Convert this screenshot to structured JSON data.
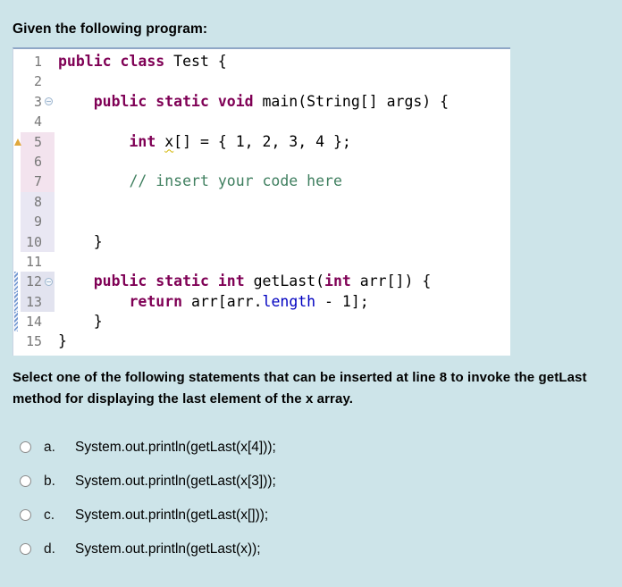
{
  "page": {
    "background": "#cde4e9"
  },
  "title": "Given the following program:",
  "editor": {
    "colors": {
      "keyword": "#7f0055",
      "plain": "#000000",
      "comment": "#3f7f5f",
      "field": "#0000c0",
      "line_number": "#787878",
      "panel_top_border": "#8fa7c6",
      "warning_underline": "#d2b500",
      "warning_icon": "#e0a83c",
      "change_bar": "#6d94cf",
      "gutter_pink": "#f3e3ee",
      "gutter_lavender": "#e9e7f3",
      "gutter_blue": "#e2e3ef"
    },
    "lines": [
      {
        "n": "1",
        "segs": [
          {
            "c": "kw",
            "t": "public class "
          },
          {
            "c": "pl",
            "t": "Test {"
          }
        ]
      },
      {
        "n": "2",
        "segs": []
      },
      {
        "n": "3",
        "fold": true,
        "segs": [
          {
            "c": "pl",
            "t": "    "
          },
          {
            "c": "kw",
            "t": "public static void "
          },
          {
            "c": "pl",
            "t": "main(String[] args) {"
          }
        ]
      },
      {
        "n": "4",
        "segs": []
      },
      {
        "n": "5",
        "warn": true,
        "gbg": "gutter_pink",
        "segs": [
          {
            "c": "pl",
            "t": "        "
          },
          {
            "c": "kw",
            "t": "int "
          },
          {
            "c": "wx",
            "t": "x"
          },
          {
            "c": "pl",
            "t": "[] = { 1, 2, 3, 4 };"
          }
        ]
      },
      {
        "n": "6",
        "gbg": "gutter_pink",
        "segs": []
      },
      {
        "n": "7",
        "gbg": "gutter_pink",
        "segs": [
          {
            "c": "pl",
            "t": "        "
          },
          {
            "c": "cm",
            "t": "// insert your code here"
          }
        ]
      },
      {
        "n": "8",
        "gbg": "gutter_lavender",
        "segs": []
      },
      {
        "n": "9",
        "gbg": "gutter_lavender",
        "segs": []
      },
      {
        "n": "10",
        "gbg": "gutter_lavender",
        "segs": [
          {
            "c": "pl",
            "t": "    }"
          }
        ]
      },
      {
        "n": "11",
        "segs": []
      },
      {
        "n": "12",
        "fold": true,
        "bar": true,
        "gbg": "gutter_blue",
        "segs": [
          {
            "c": "pl",
            "t": "    "
          },
          {
            "c": "kw",
            "t": "public static int "
          },
          {
            "c": "pl",
            "t": "getLast("
          },
          {
            "c": "kw",
            "t": "int"
          },
          {
            "c": "pl",
            "t": " arr[]) {"
          }
        ]
      },
      {
        "n": "13",
        "bar": true,
        "gbg": "gutter_blue",
        "segs": [
          {
            "c": "pl",
            "t": "        "
          },
          {
            "c": "kw",
            "t": "return "
          },
          {
            "c": "pl",
            "t": "arr[arr."
          },
          {
            "c": "fl",
            "t": "length"
          },
          {
            "c": "pl",
            "t": " - 1];"
          }
        ]
      },
      {
        "n": "14",
        "bar": true,
        "segs": [
          {
            "c": "pl",
            "t": "    }"
          }
        ]
      },
      {
        "n": "15",
        "segs": [
          {
            "c": "pl",
            "t": "}"
          }
        ]
      }
    ]
  },
  "question": "Select one of the following statements that can be inserted at line 8 to invoke the getLast method for displaying the last element of the x array.",
  "options": [
    {
      "letter": "a.",
      "text": "System.out.println(getLast(x[4]));",
      "selected": false
    },
    {
      "letter": "b.",
      "text": "System.out.println(getLast(x[3]));",
      "selected": false
    },
    {
      "letter": "c.",
      "text": "System.out.println(getLast(x[]));",
      "selected": false
    },
    {
      "letter": "d.",
      "text": "System.out.println(getLast(x));",
      "selected": false
    }
  ]
}
